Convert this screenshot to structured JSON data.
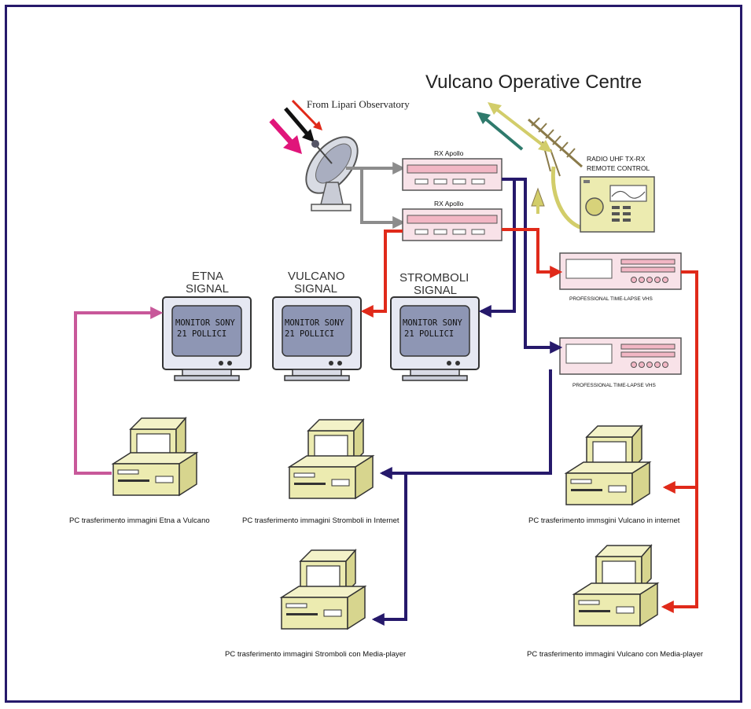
{
  "title": "Vulcano Operative Centre",
  "source": "From Lipari Observatory",
  "rx": [
    "RX Apollo",
    "RX Apollo"
  ],
  "radio": {
    "line1": "RADIO UHF TX-RX",
    "line2": "REMOTE CONTROL"
  },
  "vcr": [
    "PROFESSIONAL TIME-LAPSE VHS",
    "PROFESSIONAL TIME-LAPSE VHS"
  ],
  "monitors": [
    {
      "name1": "ETNA",
      "name2": "SIGNAL",
      "screen1": "MONITOR SONY",
      "screen2": "21 POLLICI"
    },
    {
      "name1": "VULCANO",
      "name2": "SIGNAL",
      "screen1": "MONITOR SONY",
      "screen2": "21 POLLICI"
    },
    {
      "name1": "STROMBOLI",
      "name2": "SIGNAL",
      "screen1": "MONITOR SONY",
      "screen2": "21 POLLICI"
    }
  ],
  "pcs": [
    "PC trasferimento immagini Etna a Vulcano",
    "PC trasferimento immagini Stromboli in Internet",
    "PC trasferimento immsgini Vulcano in internet",
    "PC trasferimento immagini Stromboli con Media-player",
    "PC trasferimento immagini Vulcano con Media-player"
  ],
  "colors": {
    "blue": "#26196b",
    "red": "#e02a1a",
    "magenta": "#c8589a",
    "gray": "#8c8c8c",
    "pc": "#ecebb0",
    "device": "#f8e2e8"
  }
}
